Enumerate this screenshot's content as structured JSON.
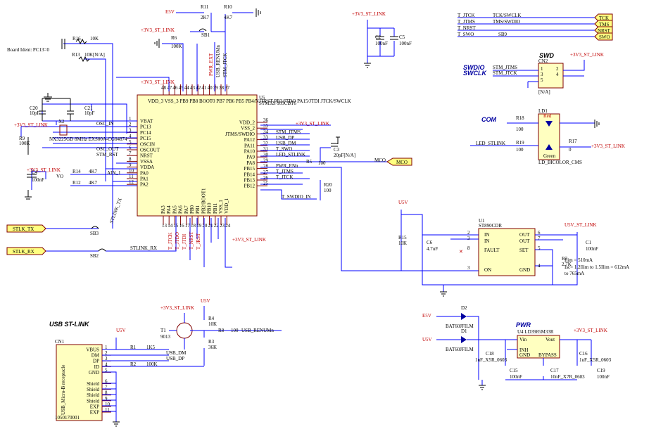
{
  "mcu": {
    "ref": "U5",
    "part": "STM32F103CBT6",
    "top_label": "VDD_3  VSS_3  PB9  PB8  BOOT0  PB7  PB6  PB5  PB4/NJTRST  PB3/JTDO  PA15/JTDI  JTCK/SWCLK",
    "left_pins": [
      {
        "num": "1",
        "name": "VBAT"
      },
      {
        "num": "2",
        "name": "PC13"
      },
      {
        "num": "3",
        "name": "PC14"
      },
      {
        "num": "4",
        "name": "PC15"
      },
      {
        "num": "5",
        "name": "OSCIN"
      },
      {
        "num": "6",
        "name": "OSCOUT"
      },
      {
        "num": "7",
        "name": "NRST"
      },
      {
        "num": "8",
        "name": "VSSA"
      },
      {
        "num": "9",
        "name": "VDDA"
      },
      {
        "num": "10",
        "name": "PA0"
      },
      {
        "num": "11",
        "name": "PA1"
      },
      {
        "num": "12",
        "name": "PA2"
      }
    ],
    "right_pins": [
      {
        "num": "36",
        "name": "VDD_2"
      },
      {
        "num": "35",
        "name": "VSS_2"
      },
      {
        "num": "34",
        "name": "JTMS/SWDIO"
      },
      {
        "num": "33",
        "name": "PA12"
      },
      {
        "num": "32",
        "name": "PA11"
      },
      {
        "num": "31",
        "name": "PA10"
      },
      {
        "num": "30",
        "name": "PA9"
      },
      {
        "num": "29",
        "name": "PA8"
      },
      {
        "num": "28",
        "name": "PB15"
      },
      {
        "num": "27",
        "name": "PB14"
      },
      {
        "num": "26",
        "name": "PB13"
      },
      {
        "num": "25",
        "name": "PB12"
      }
    ],
    "bottom_pins": [
      {
        "num": "13",
        "name": "PA3"
      },
      {
        "num": "14",
        "name": "PA4"
      },
      {
        "num": "15",
        "name": "PA5"
      },
      {
        "num": "16",
        "name": "PA6"
      },
      {
        "num": "17",
        "name": "PA7"
      },
      {
        "num": "18",
        "name": "PB0"
      },
      {
        "num": "19",
        "name": "PB1"
      },
      {
        "num": "20",
        "name": "PB2/BOOT1"
      },
      {
        "num": "21",
        "name": "PB10"
      },
      {
        "num": "22",
        "name": "PB11"
      },
      {
        "num": "23",
        "name": "VSS_1"
      },
      {
        "num": "24",
        "name": "VDD_1"
      }
    ],
    "top_pins": [
      "48",
      "47",
      "46",
      "45",
      "44",
      "43",
      "42",
      "41",
      "40",
      "39",
      "38",
      "37"
    ]
  },
  "crystal": {
    "ref": "X2",
    "part": "NX3225GD 8MHz EXS00A-CG04874"
  },
  "caps": {
    "c20": {
      "ref": "C20",
      "val": "10pF"
    },
    "c21": {
      "ref": "C21",
      "val": "10pF"
    },
    "c4": {
      "ref": "C4",
      "val": "100nF"
    },
    "c3": {
      "ref": "C3",
      "val": "20pF[N/A]"
    },
    "c2": {
      "ref": "C2",
      "val": "100nF"
    },
    "c5": {
      "ref": "C5",
      "val": "100nF"
    },
    "c6": {
      "ref": "C6",
      "val": "4.7uF"
    },
    "c1": {
      "ref": "C1",
      "val": "100nF"
    },
    "c18": {
      "ref": "C18",
      "val": "1uF_X5R_0603"
    },
    "c15": {
      "ref": "C15",
      "val": "100nF"
    },
    "c17": {
      "ref": "C17",
      "val": "10nF_X7R_0603"
    },
    "c16": {
      "ref": "C16",
      "val": "1uF_X5R_0603"
    },
    "c19": {
      "ref": "C19",
      "val": "100nF"
    }
  },
  "res": {
    "r9": {
      "ref": "R9",
      "val": "100K"
    },
    "r16": {
      "ref": "R16",
      "val": "10K"
    },
    "r13": {
      "ref": "R13",
      "val": "10K[N/A]"
    },
    "r14": {
      "ref": "R14",
      "val": "4K7"
    },
    "r12": {
      "ref": "R12",
      "val": "4K7"
    },
    "r11": {
      "ref": "R11",
      "val": "2K7"
    },
    "r10": {
      "ref": "R10",
      "val": "4K7"
    },
    "r6": {
      "ref": "R6",
      "val": "100K"
    },
    "r5": {
      "ref": "R5",
      "val": "100"
    },
    "r20": {
      "ref": "R20",
      "val": "100"
    },
    "r18": {
      "ref": "R18",
      "val": "100"
    },
    "r19": {
      "ref": "R19",
      "val": "100"
    },
    "r17": {
      "ref": "R17",
      "val": "0"
    },
    "r15": {
      "ref": "R15",
      "val": "10K"
    },
    "r7": {
      "ref": "R7",
      "val": "2.7K"
    },
    "r1": {
      "ref": "R1",
      "val": "1K5"
    },
    "r2": {
      "ref": "R2",
      "val": "100K"
    },
    "r4": {
      "ref": "R4",
      "val": "10K"
    },
    "r3": {
      "ref": "R3",
      "val": "36K"
    },
    "r8": {
      "ref": "R8",
      "val": "100"
    }
  },
  "labels": {
    "board_ident": "Board Ident: PC13=0",
    "vo": "VO",
    "ain1": "AIN_1"
  },
  "nets": {
    "osc_in": "OSC_IN",
    "osc_out": "OSC_OUT",
    "stm_rst": "STM_RST",
    "pwr_ext": "PWR_EXT",
    "usb_renum_top": "USB_RENUMn",
    "stm_jtck_top": "STM_JTCK",
    "stm_jtms": "STM_JTMS",
    "usb_dp": "USB_DP",
    "usb_dm": "USB_DM",
    "t_swo": "T_SWO",
    "led_stlink": "LED_STLINK",
    "pwr_enn": "PWR_ENn",
    "t_jtms": "T_JTMS",
    "t_jtck": "T_JTCK",
    "t_swdio_in": "T_SWDIO_IN",
    "mco_wire": "MCO",
    "stm_jtms_cn2": "STM_JTMS",
    "stm_jtck_cn2": "STM_JTCK",
    "led_stlink_com": "LED_STLINK",
    "stlink_rx": "STLINK_RX",
    "stlink_tx": "STLINK_TX",
    "t_jtck_b": "T_JTCK",
    "t_jtdo_b": "T_JTDO",
    "t_jtdi_b": "T_JTDI",
    "t_nrst_b": "T_NRST",
    "t_jrst_b": "T_JRST",
    "usb_dm_b": "USB_DM",
    "usb_dp_b": "USB_DP",
    "usb_renum": "USB_RENUMn"
  },
  "power": {
    "v3_1": "+3V3_ST_LINK",
    "v3_2": "+3V3_ST_LINK",
    "v3_3": "+3V3_ST_LINK",
    "v3_4": "+3V3_ST_LINK",
    "e5v_top": "E5V",
    "v3_5": "+3V3_ST_LINK",
    "v3_6": "+3V3_ST_LINK",
    "v3_7": "+3V3_ST_LINK",
    "v3_8": "+3V3_ST_LINK",
    "v3_9": "+3V3_ST_LINK",
    "v3_10": "+3V3_ST_LINK",
    "v3_11": "+3V3_ST_LINK",
    "u5v_1": "U5V",
    "u5v_st": "U5V_ST_LINK",
    "u5v_2": "U5V",
    "u5v_3": "U5V",
    "e5v_pwr": "E5V",
    "u5v_pwr": "U5V"
  },
  "sb": {
    "sb1": "SB1",
    "sb2": "SB2",
    "sb3": "SB3"
  },
  "ports": {
    "mco": "MCO",
    "tck": "TCK",
    "tms": "TMS",
    "nrst": "NRST",
    "swo": "SWO",
    "stlk_tx": "STLK_TX",
    "stlk_rx": "STLK_RX"
  },
  "jtag": {
    "t_jtck": "T_JTCK",
    "t_jtms": "T_JTMS",
    "t_nrst": "T_NRST",
    "t_swo": "T_SWO",
    "tck_swclk": "TCK/SWCLK",
    "tms_swdio": "TMS/SWDIO",
    "sb9": "SB9"
  },
  "sections": {
    "swd": "SWD",
    "swdio": "SWDIO",
    "swclk": "SWCLK",
    "com": "COM",
    "pwr": "PWR",
    "usb": "USB ST-LINK"
  },
  "cn2": {
    "ref": "CN2",
    "p1": "1",
    "p3": "3",
    "p5": "5",
    "p2": "2",
    "p4": "4",
    "na": "[N/A]"
  },
  "led": {
    "ref": "LD1",
    "red": "Red",
    "green": "Green",
    "part": "LD_BICOLOR_CMS"
  },
  "u1": {
    "ref": "U1",
    "part": "ST890CDR",
    "in1": "IN",
    "in2": "IN",
    "fault": "FAULT",
    "on": "ON",
    "out1": "OUT",
    "out2": "OUT",
    "set": "SET",
    "gnd": "GND",
    "pin2": "2",
    "pin3": "3",
    "pin8": "8",
    "pin4": "3",
    "pin6": "6",
    "pin7": "7",
    "pin5": "5",
    "pin1": "4"
  },
  "marks": {
    "x": "✕"
  },
  "notes": {
    "ilim": "Ilim = 510mA",
    "isc": "Isc= 1.2Ilim to 1.5Ilim = 612mA",
    "isc2": "to 765mA"
  },
  "u4": {
    "ref": "U4 LD3985M33R",
    "vin": "Vin",
    "vout": "Vout",
    "inh": "INH",
    "gnd": "GND",
    "bypass": "BYPASS"
  },
  "diodes": {
    "d2": {
      "ref": "D2",
      "part": "BAT60JFILM"
    },
    "d1": {
      "ref": "D1",
      "part": "BAT60JFILM"
    }
  },
  "cn1": {
    "ref": "CN1",
    "part": "1050170001",
    "model": "USB_Micro-B receptacle",
    "pins": [
      {
        "num": "1",
        "name": "VBUS"
      },
      {
        "num": "2",
        "name": "DM"
      },
      {
        "num": "3",
        "name": "DP"
      },
      {
        "num": "4",
        "name": "ID"
      },
      {
        "num": "5",
        "name": "GND"
      },
      {
        "num": "6",
        "name": "Shield"
      },
      {
        "num": "7",
        "name": "Shield"
      },
      {
        "num": "8",
        "name": "Shield"
      },
      {
        "num": "9",
        "name": "Shield"
      },
      {
        "num": "10",
        "name": "EXP"
      },
      {
        "num": "11",
        "name": "EXP"
      }
    ]
  },
  "t1": {
    "ref": "T1",
    "part": "9013"
  }
}
